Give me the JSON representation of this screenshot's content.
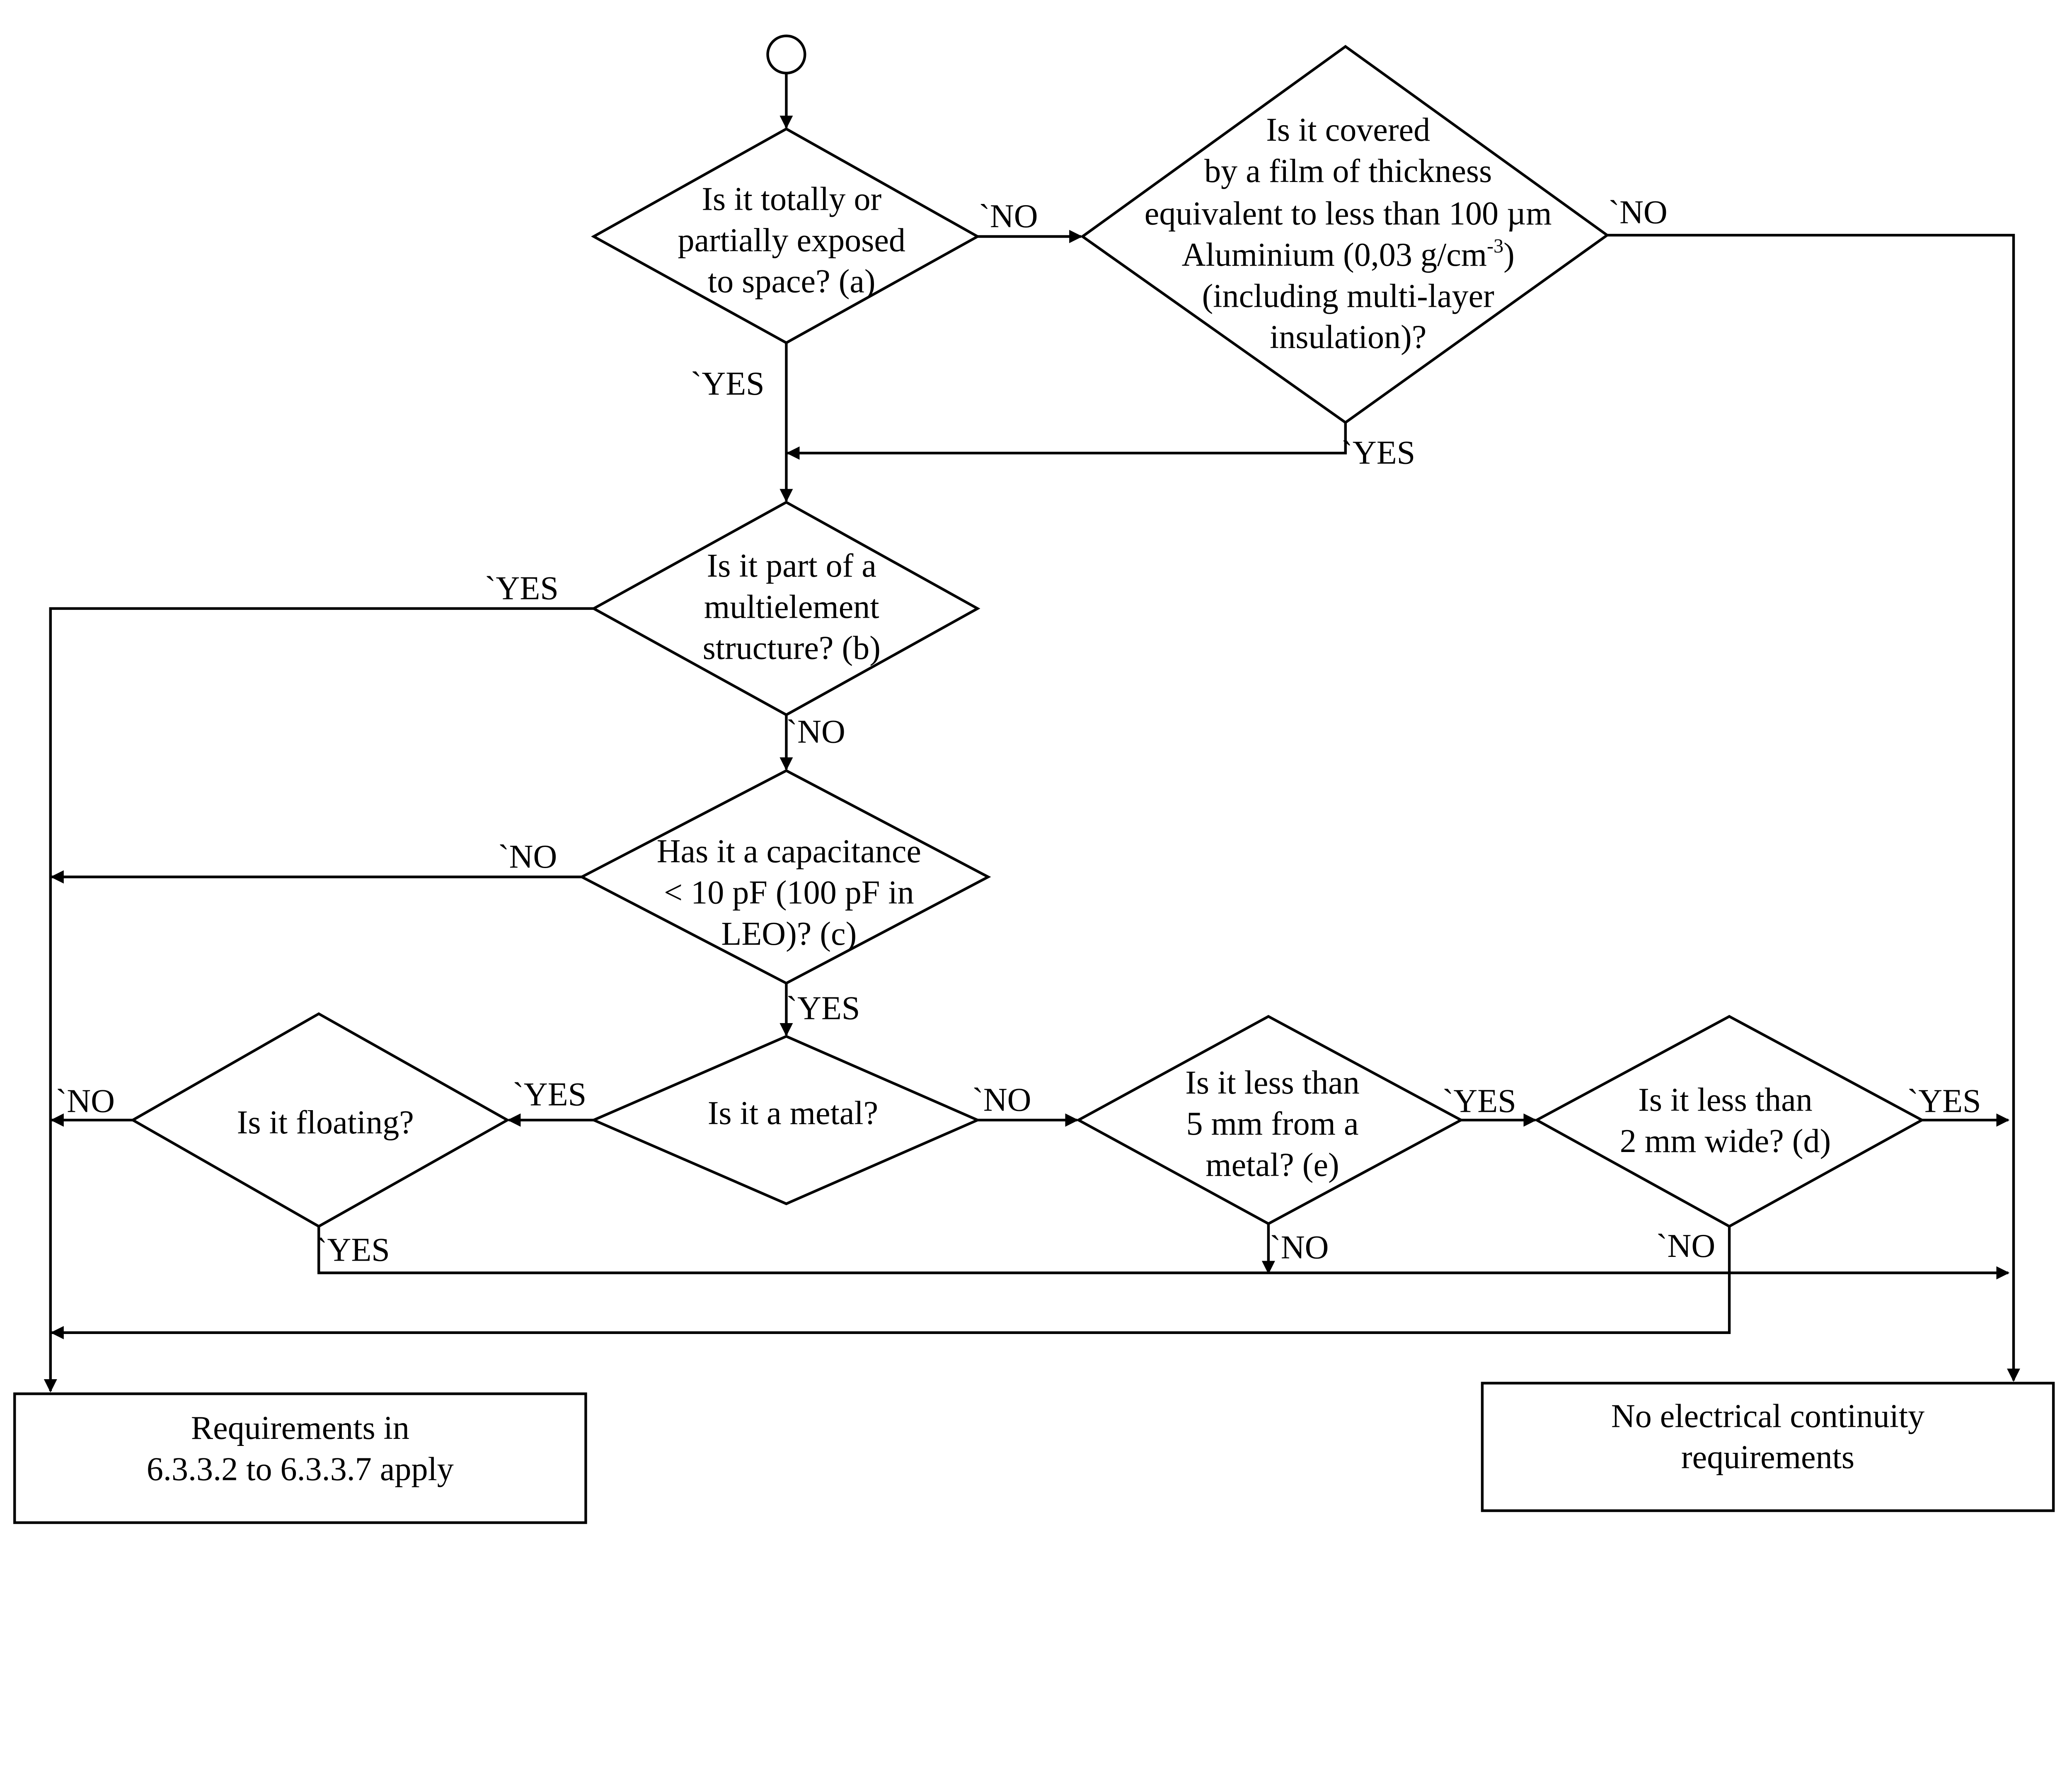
{
  "d1": {
    "lines": [
      "Is it totally or",
      "partially exposed",
      "to space? (a)"
    ],
    "no": "`NO",
    "yes": "`YES"
  },
  "d2": {
    "lines": [
      "Is it covered",
      "by a film of thickness",
      "equivalent to less than 100 µm",
      "Aluminium (0,03 g/cm",
      "(including multi-layer",
      "insulation)?"
    ],
    "sup": "-3",
    "close": ")",
    "no": "`NO",
    "yes": "`YES"
  },
  "d3": {
    "lines": [
      "Is it part of a",
      "multielement",
      "structure? (b)"
    ],
    "yes": "`YES",
    "no": "`NO"
  },
  "d4": {
    "lines": [
      "Has it a capacitance",
      "< 10 pF (100 pF in",
      "LEO)? (c)"
    ],
    "no": "`NO",
    "yes": "`YES"
  },
  "d5": {
    "lines": [
      "Is it a metal?"
    ],
    "yes": "`YES",
    "no": "`NO"
  },
  "d6": {
    "lines": [
      "Is it floating?"
    ],
    "no": "`NO",
    "yes": "`YES"
  },
  "d7": {
    "lines": [
      "Is it less than",
      "5 mm from a",
      "metal? (e)"
    ],
    "yes": "`YES",
    "no": "`NO"
  },
  "d8": {
    "lines": [
      "Is it less than",
      "2 mm wide? (d)"
    ],
    "yes": "`YES",
    "no": "`NO"
  },
  "box_left": {
    "lines": [
      "Requirements in",
      "6.3.3.2 to 6.3.3.7 apply"
    ]
  },
  "box_right": {
    "lines": [
      "No electrical continuity",
      "requirements"
    ]
  }
}
